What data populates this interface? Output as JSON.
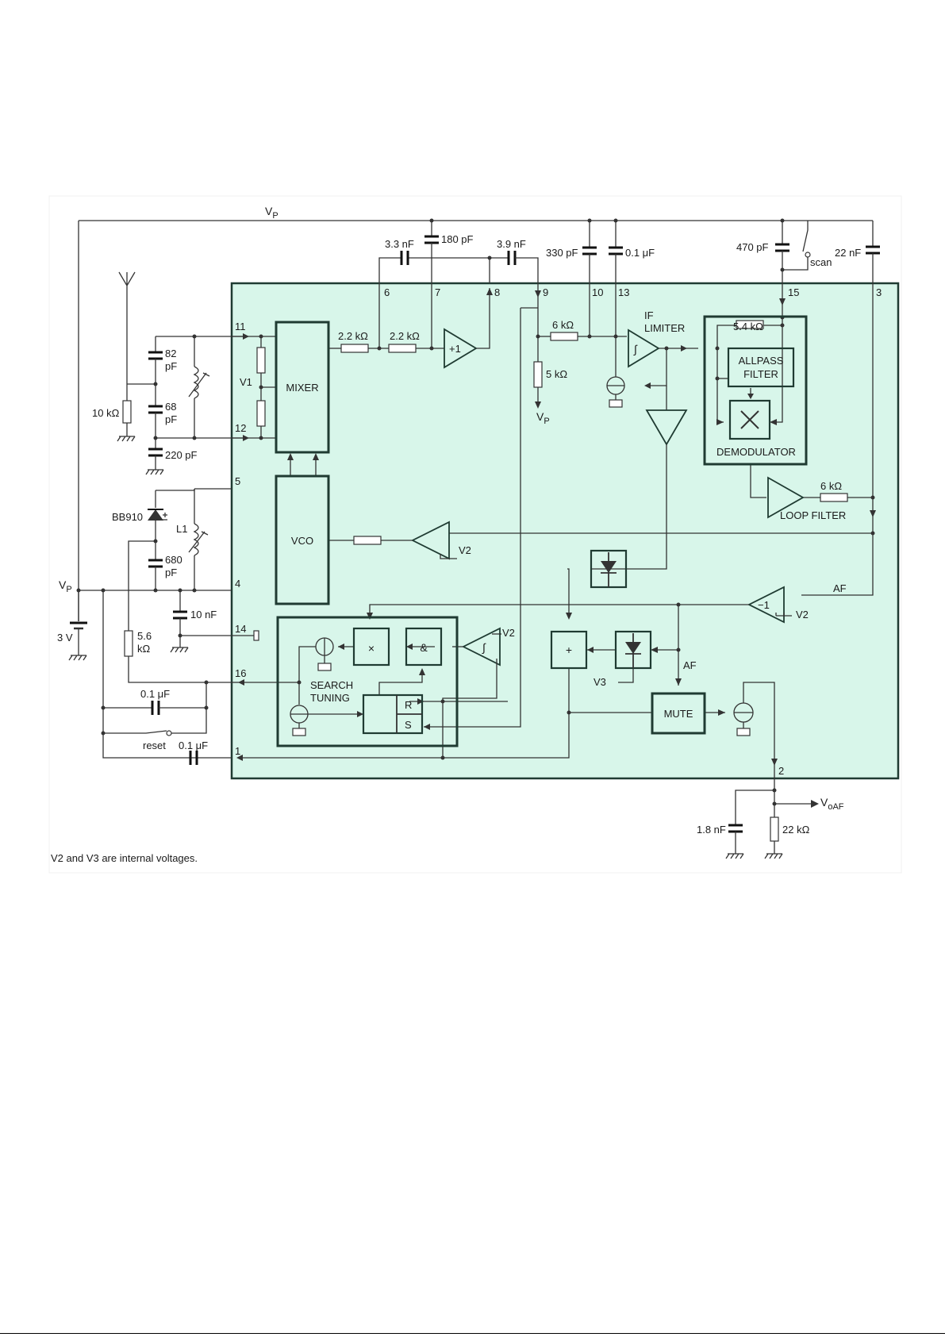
{
  "diagram": {
    "top_rail_label": "V",
    "top_rail_sub": "P",
    "blocks": {
      "mixer": "MIXER",
      "vco": "VCO",
      "if_limiter_1": "IF",
      "if_limiter_2": "LIMITER",
      "allpass_1": "ALLPASS",
      "allpass_2": "FILTER",
      "demodulator": "DEMODULATOR",
      "loop_filter": "LOOP FILTER",
      "search_tuning_1": "SEARCH",
      "search_tuning_2": "TUNING",
      "mute": "MUTE",
      "buffer": "+1",
      "inverter": "−1",
      "multiplier": "×",
      "and_gate": "&",
      "adder": "+",
      "latch_r": "R",
      "latch_s": "S",
      "integrator_sym": "∫"
    },
    "pins": [
      "6",
      "7",
      "8",
      "9",
      "10",
      "13",
      "15",
      "3",
      "11",
      "12",
      "5",
      "4",
      "14",
      "16",
      "1",
      "2"
    ],
    "components": {
      "c_3n3": "3.3 nF",
      "c_180p": "180 pF",
      "c_3n9": "3.9 nF",
      "c_330p": "330 pF",
      "c_0u1_top": "0.1 μF",
      "c_470p": "470 pF",
      "c_22n": "22 nF",
      "sw_scan": "scan",
      "c_82p_1": "82",
      "c_82p_2": "pF",
      "c_68p_1": "68",
      "c_68p_2": "pF",
      "c_220p": "220 pF",
      "r_10k": "10 kΩ",
      "varicap": "BB910",
      "l1": "L1",
      "c_680p_1": "680",
      "c_680p_2": "pF",
      "c_10n": "10 nF",
      "vp_left": "V",
      "vp_left_sub": "P",
      "battery": "3 V",
      "r_5k6_1": "5.6",
      "r_5k6_2": "kΩ",
      "c_0u1_a": "0.1 μF",
      "sw_reset": "reset",
      "c_0u1_b": "0.1 μF",
      "r_2k2_a": "2.2 kΩ",
      "r_2k2_b": "2.2 kΩ",
      "r_6k_if": "6 kΩ",
      "r_5k": "5 kΩ",
      "vp_internal": "V",
      "vp_internal_sub": "P",
      "r_5k4": "5.4 kΩ",
      "r_6k_loop": "6 kΩ",
      "v1": "V1",
      "v2_vco": "V2",
      "v2_inv": "V2",
      "v2_search": "V2",
      "v3": "V3",
      "af_1": "AF",
      "af_2": "AF",
      "c_1n8": "1.8 nF",
      "r_22k": "22 kΩ",
      "vout": "V",
      "vout_sub": "oAF"
    },
    "footnote": "V2 and V3 are internal voltages."
  },
  "colors": {
    "ic_fill": "#d8f6ea",
    "block_stroke": "#1f3b32",
    "wire": "#333333"
  }
}
